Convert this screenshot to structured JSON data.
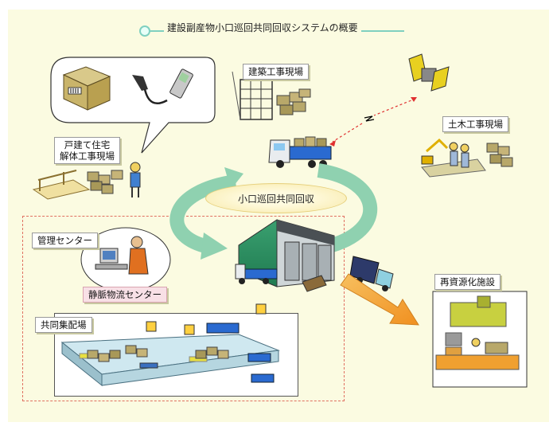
{
  "title": "建設副産物小口巡回共同回収システムの概要",
  "labels": {
    "kenchiku": "建築工事現場",
    "doboku": "土木工事現場",
    "kodate_line1": "戸建て住宅",
    "kodate_line2": "解体工事現場",
    "loop": "小口巡回共同回収",
    "kanri": "管理センター",
    "shizumyaku": "静脈物流センター",
    "kyodo": "共同集配場",
    "saishigen": "再資源化施設"
  },
  "colors": {
    "loop_arrow": "#8fd1b0",
    "output_arrow": "#f0a030",
    "dashed_border": "#e07060",
    "background": "#fbfbe1"
  },
  "icons": [
    "package-icon",
    "hose-icon",
    "mobile-phone-icon",
    "satellite-icon",
    "truck-icon",
    "warehouse-icon",
    "worker-icon",
    "computer-icon",
    "crane-icon",
    "recycling-plant-icon"
  ]
}
